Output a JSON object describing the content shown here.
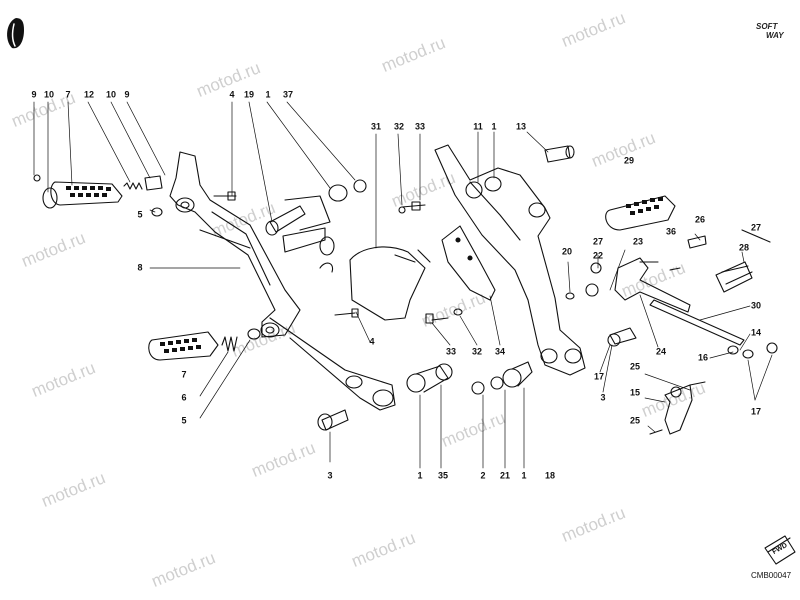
{
  "watermark": "motod.ru",
  "brand": {
    "line1": "SOFT",
    "line2": "WAY"
  },
  "fwd_label": "FWD",
  "reference_code": "CMB00047",
  "callout_labels": [
    "1",
    "2",
    "3",
    "4",
    "5",
    "6",
    "7",
    "8",
    "9",
    "10",
    "11",
    "12",
    "13",
    "14",
    "15",
    "16",
    "17",
    "18",
    "19",
    "20",
    "21",
    "22",
    "23",
    "24",
    "25",
    "26",
    "27",
    "28",
    "29",
    "30",
    "31",
    "32",
    "33",
    "34",
    "35",
    "36",
    "37"
  ]
}
